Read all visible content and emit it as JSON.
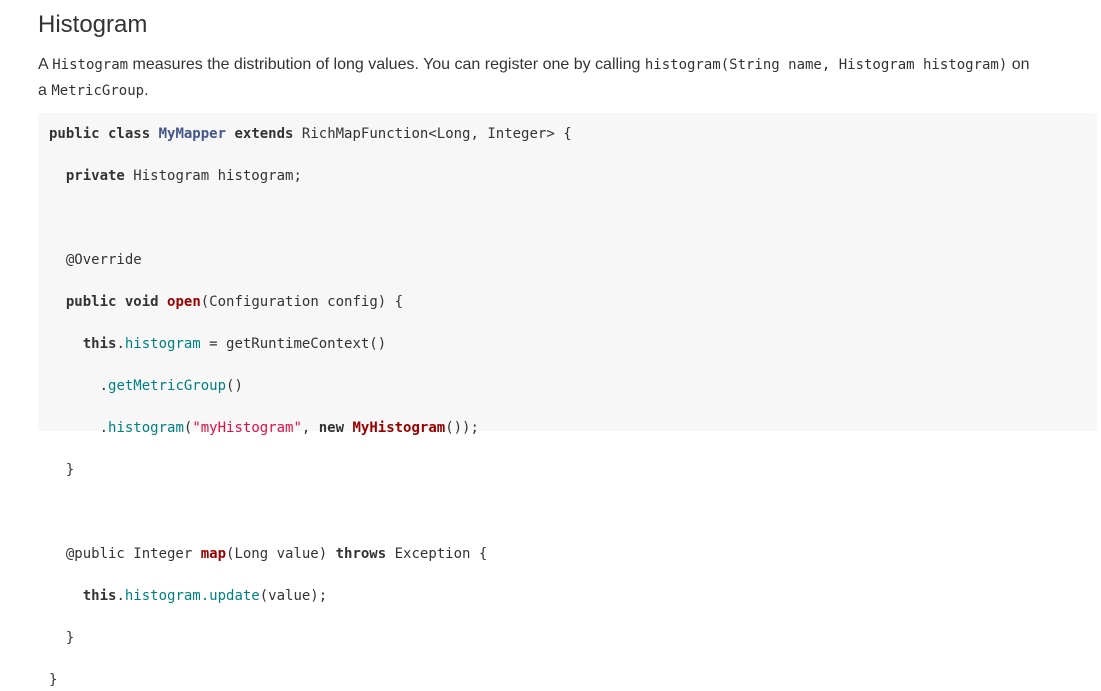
{
  "heading": "Histogram",
  "description": {
    "part1": "A ",
    "code1": "Histogram",
    "part2": " measures the distribution of long values. You can register one by calling ",
    "code2": "histogram(String name, Histogram histogram)",
    "part3": " on a ",
    "code3": "MetricGroup",
    "part4": "."
  },
  "code": {
    "l1": {
      "kw1": "public class",
      "sp1": " ",
      "cls": "MyMapper",
      "sp2": " ",
      "kw2": "extends",
      "rest": " RichMapFunction<Long, Integer> {"
    },
    "l2": {
      "indent": "  ",
      "kw": "private",
      "rest": " Histogram histogram;"
    },
    "l4": {
      "text": "  @Override"
    },
    "l5": {
      "indent": "  ",
      "kw1": "public",
      "sp1": " ",
      "kw2": "void",
      "sp2": " ",
      "fn": "open",
      "rest": "(Configuration config) {"
    },
    "l6": {
      "indent": "    ",
      "kw": "this",
      "dot": ".",
      "prop": "histogram",
      "rest": " = getRuntimeContext()"
    },
    "l7": {
      "indent": "      .",
      "prop": "getMetricGroup",
      "rest": "()"
    },
    "l8": {
      "indent": "      .",
      "prop": "histogram",
      "p1": "(",
      "str": "\"myHistogram\"",
      "p2": ", ",
      "kw": "new",
      "sp": " ",
      "fn": "MyHistogram",
      "rest": "());"
    },
    "l9": {
      "text": "  }"
    },
    "l11": {
      "indent": "  @public Integer ",
      "fn": "map",
      "mid": "(Long value) ",
      "kw": "throws",
      "rest": " Exception {"
    },
    "l12": {
      "indent": "    ",
      "kw": "this",
      "dot": ".",
      "prop": "histogram.update",
      "rest": "(value);"
    },
    "l13": {
      "text": "  }"
    },
    "l14": {
      "text": "}"
    }
  }
}
